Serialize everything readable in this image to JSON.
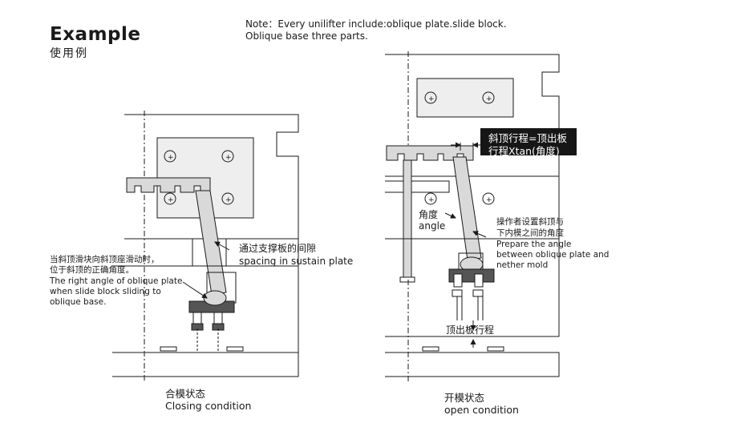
{
  "header": {
    "title": "Example",
    "subtitle": "使用例",
    "note_line1": "Note：Every unilifter include:oblique plate.slide block.",
    "note_line2": "Oblique base three parts."
  },
  "closing": {
    "gap_label_cn": "通过支撑板的间隙",
    "gap_label_en": "spacing in sustain plate",
    "angle_note_cn1": "当斜顶滑块向斜顶座滑动时，",
    "angle_note_cn2": "位于斜顶的正确角度。",
    "angle_note_en1": "The right angle of oblique plate",
    "angle_note_en2": "when slide block sliding to",
    "angle_note_en3": "oblique base.",
    "caption_cn": "合模状态",
    "caption_en": "Closing condition"
  },
  "opening": {
    "formula_line1": "斜顶行程=顶出板",
    "formula_line2": "行程Xtan(角度)",
    "angle_cn": "角度",
    "angle_en": "angle",
    "operator_cn1": "操作者设置斜顶与",
    "operator_cn2": "下内模之间的角度",
    "operator_en1": "Prepare the angle",
    "operator_en2": "between oblique plate and",
    "operator_en3": "nether mold",
    "stroke_label": "顶出板行程",
    "caption_cn": "开模状态",
    "caption_en": "open condition"
  },
  "colors": {
    "line": "#1a1a1a",
    "part_fill": "#d9d9d9",
    "dark_fill": "#555555",
    "tag_bg": "#161616"
  }
}
